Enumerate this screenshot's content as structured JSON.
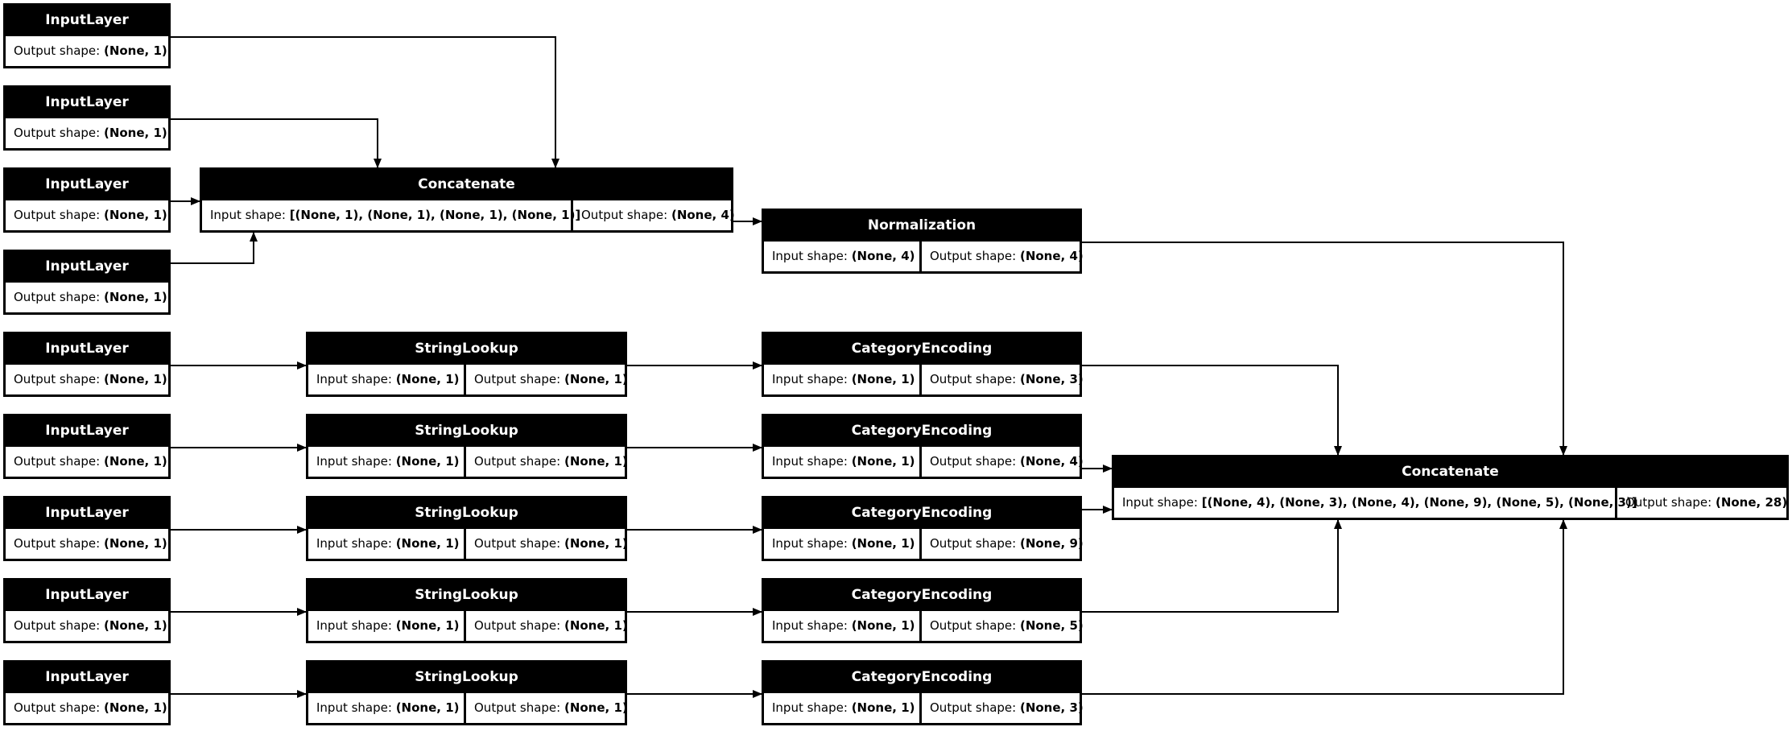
{
  "colors": {
    "header_bg": "#000000",
    "header_text": "#ffffff",
    "border": "#000000",
    "background": "#ffffff"
  },
  "labels": {
    "input_shape": "Input shape:",
    "output_shape": "Output shape:"
  },
  "nodes": [
    {
      "id": "in1",
      "type": "InputLayer",
      "output": "(None, 1)"
    },
    {
      "id": "in2",
      "type": "InputLayer",
      "output": "(None, 1)"
    },
    {
      "id": "in3",
      "type": "InputLayer",
      "output": "(None, 1)"
    },
    {
      "id": "in4",
      "type": "InputLayer",
      "output": "(None, 1)"
    },
    {
      "id": "in5",
      "type": "InputLayer",
      "output": "(None, 1)"
    },
    {
      "id": "in6",
      "type": "InputLayer",
      "output": "(None, 1)"
    },
    {
      "id": "in7",
      "type": "InputLayer",
      "output": "(None, 1)"
    },
    {
      "id": "in8",
      "type": "InputLayer",
      "output": "(None, 1)"
    },
    {
      "id": "in9",
      "type": "InputLayer",
      "output": "(None, 1)"
    },
    {
      "id": "concat1",
      "type": "Concatenate",
      "input": "[(None, 1), (None, 1), (None, 1), (None, 1)]",
      "output": "(None, 4)"
    },
    {
      "id": "norm",
      "type": "Normalization",
      "input": "(None, 4)",
      "output": "(None, 4)"
    },
    {
      "id": "sl1",
      "type": "StringLookup",
      "input": "(None, 1)",
      "output": "(None, 1)"
    },
    {
      "id": "sl2",
      "type": "StringLookup",
      "input": "(None, 1)",
      "output": "(None, 1)"
    },
    {
      "id": "sl3",
      "type": "StringLookup",
      "input": "(None, 1)",
      "output": "(None, 1)"
    },
    {
      "id": "sl4",
      "type": "StringLookup",
      "input": "(None, 1)",
      "output": "(None, 1)"
    },
    {
      "id": "sl5",
      "type": "StringLookup",
      "input": "(None, 1)",
      "output": "(None, 1)"
    },
    {
      "id": "ce1",
      "type": "CategoryEncoding",
      "input": "(None, 1)",
      "output": "(None, 3)"
    },
    {
      "id": "ce2",
      "type": "CategoryEncoding",
      "input": "(None, 1)",
      "output": "(None, 4)"
    },
    {
      "id": "ce3",
      "type": "CategoryEncoding",
      "input": "(None, 1)",
      "output": "(None, 9)"
    },
    {
      "id": "ce4",
      "type": "CategoryEncoding",
      "input": "(None, 1)",
      "output": "(None, 5)"
    },
    {
      "id": "ce5",
      "type": "CategoryEncoding",
      "input": "(None, 1)",
      "output": "(None, 3)"
    },
    {
      "id": "concat2",
      "type": "Concatenate",
      "input": "[(None, 4), (None, 3), (None, 4), (None, 9), (None, 5), (None, 3)]",
      "output": "(None, 28)"
    }
  ],
  "edges": [
    {
      "from": "in1",
      "to": "concat1"
    },
    {
      "from": "in2",
      "to": "concat1"
    },
    {
      "from": "in3",
      "to": "concat1"
    },
    {
      "from": "in4",
      "to": "concat1"
    },
    {
      "from": "in5",
      "to": "sl1"
    },
    {
      "from": "in6",
      "to": "sl2"
    },
    {
      "from": "in7",
      "to": "sl3"
    },
    {
      "from": "in8",
      "to": "sl4"
    },
    {
      "from": "in9",
      "to": "sl5"
    },
    {
      "from": "concat1",
      "to": "norm"
    },
    {
      "from": "sl1",
      "to": "ce1"
    },
    {
      "from": "sl2",
      "to": "ce2"
    },
    {
      "from": "sl3",
      "to": "ce3"
    },
    {
      "from": "sl4",
      "to": "ce4"
    },
    {
      "from": "sl5",
      "to": "ce5"
    },
    {
      "from": "norm",
      "to": "concat2"
    },
    {
      "from": "ce1",
      "to": "concat2"
    },
    {
      "from": "ce2",
      "to": "concat2"
    },
    {
      "from": "ce3",
      "to": "concat2"
    },
    {
      "from": "ce4",
      "to": "concat2"
    },
    {
      "from": "ce5",
      "to": "concat2"
    }
  ]
}
